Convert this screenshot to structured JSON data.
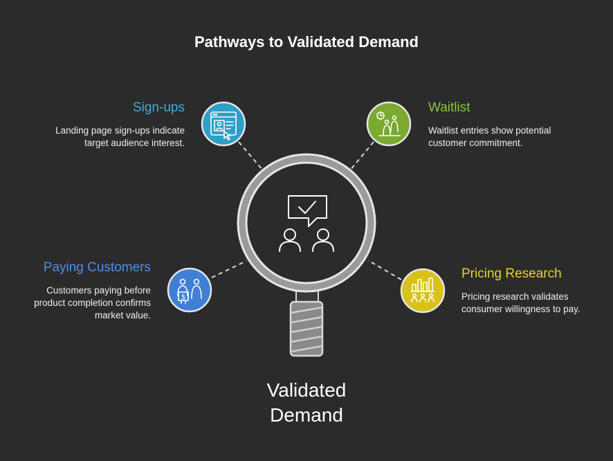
{
  "title": "Pathways to Validated Demand",
  "center": {
    "line1": "Validated",
    "line2": "Demand"
  },
  "nodes": {
    "signups": {
      "heading": "Sign-ups",
      "line1": "Landing page sign-ups indicate",
      "line2": "target audience interest.",
      "color": "#2e9fc6",
      "heading_color": "#3ab0e0",
      "icon": "web-form-icon"
    },
    "waitlist": {
      "heading": "Waitlist",
      "line1": "Waitlist entries show potential",
      "line2": "customer commitment.",
      "color": "#7aaa2f",
      "heading_color": "#8cc63f",
      "icon": "queue-people-icon"
    },
    "paying": {
      "heading": "Paying Customers",
      "line1": "Customers paying before",
      "line2": "product completion confirms",
      "line3": "market value.",
      "color": "#3f7fd6",
      "heading_color": "#4f8fe8",
      "icon": "payment-people-icon"
    },
    "pricing": {
      "heading": "Pricing Research",
      "line1": "Pricing research validates",
      "line2": "consumer willingness to pay.",
      "color": "#d8c21a",
      "heading_color": "#e8d32a",
      "icon": "chart-people-icon"
    }
  }
}
